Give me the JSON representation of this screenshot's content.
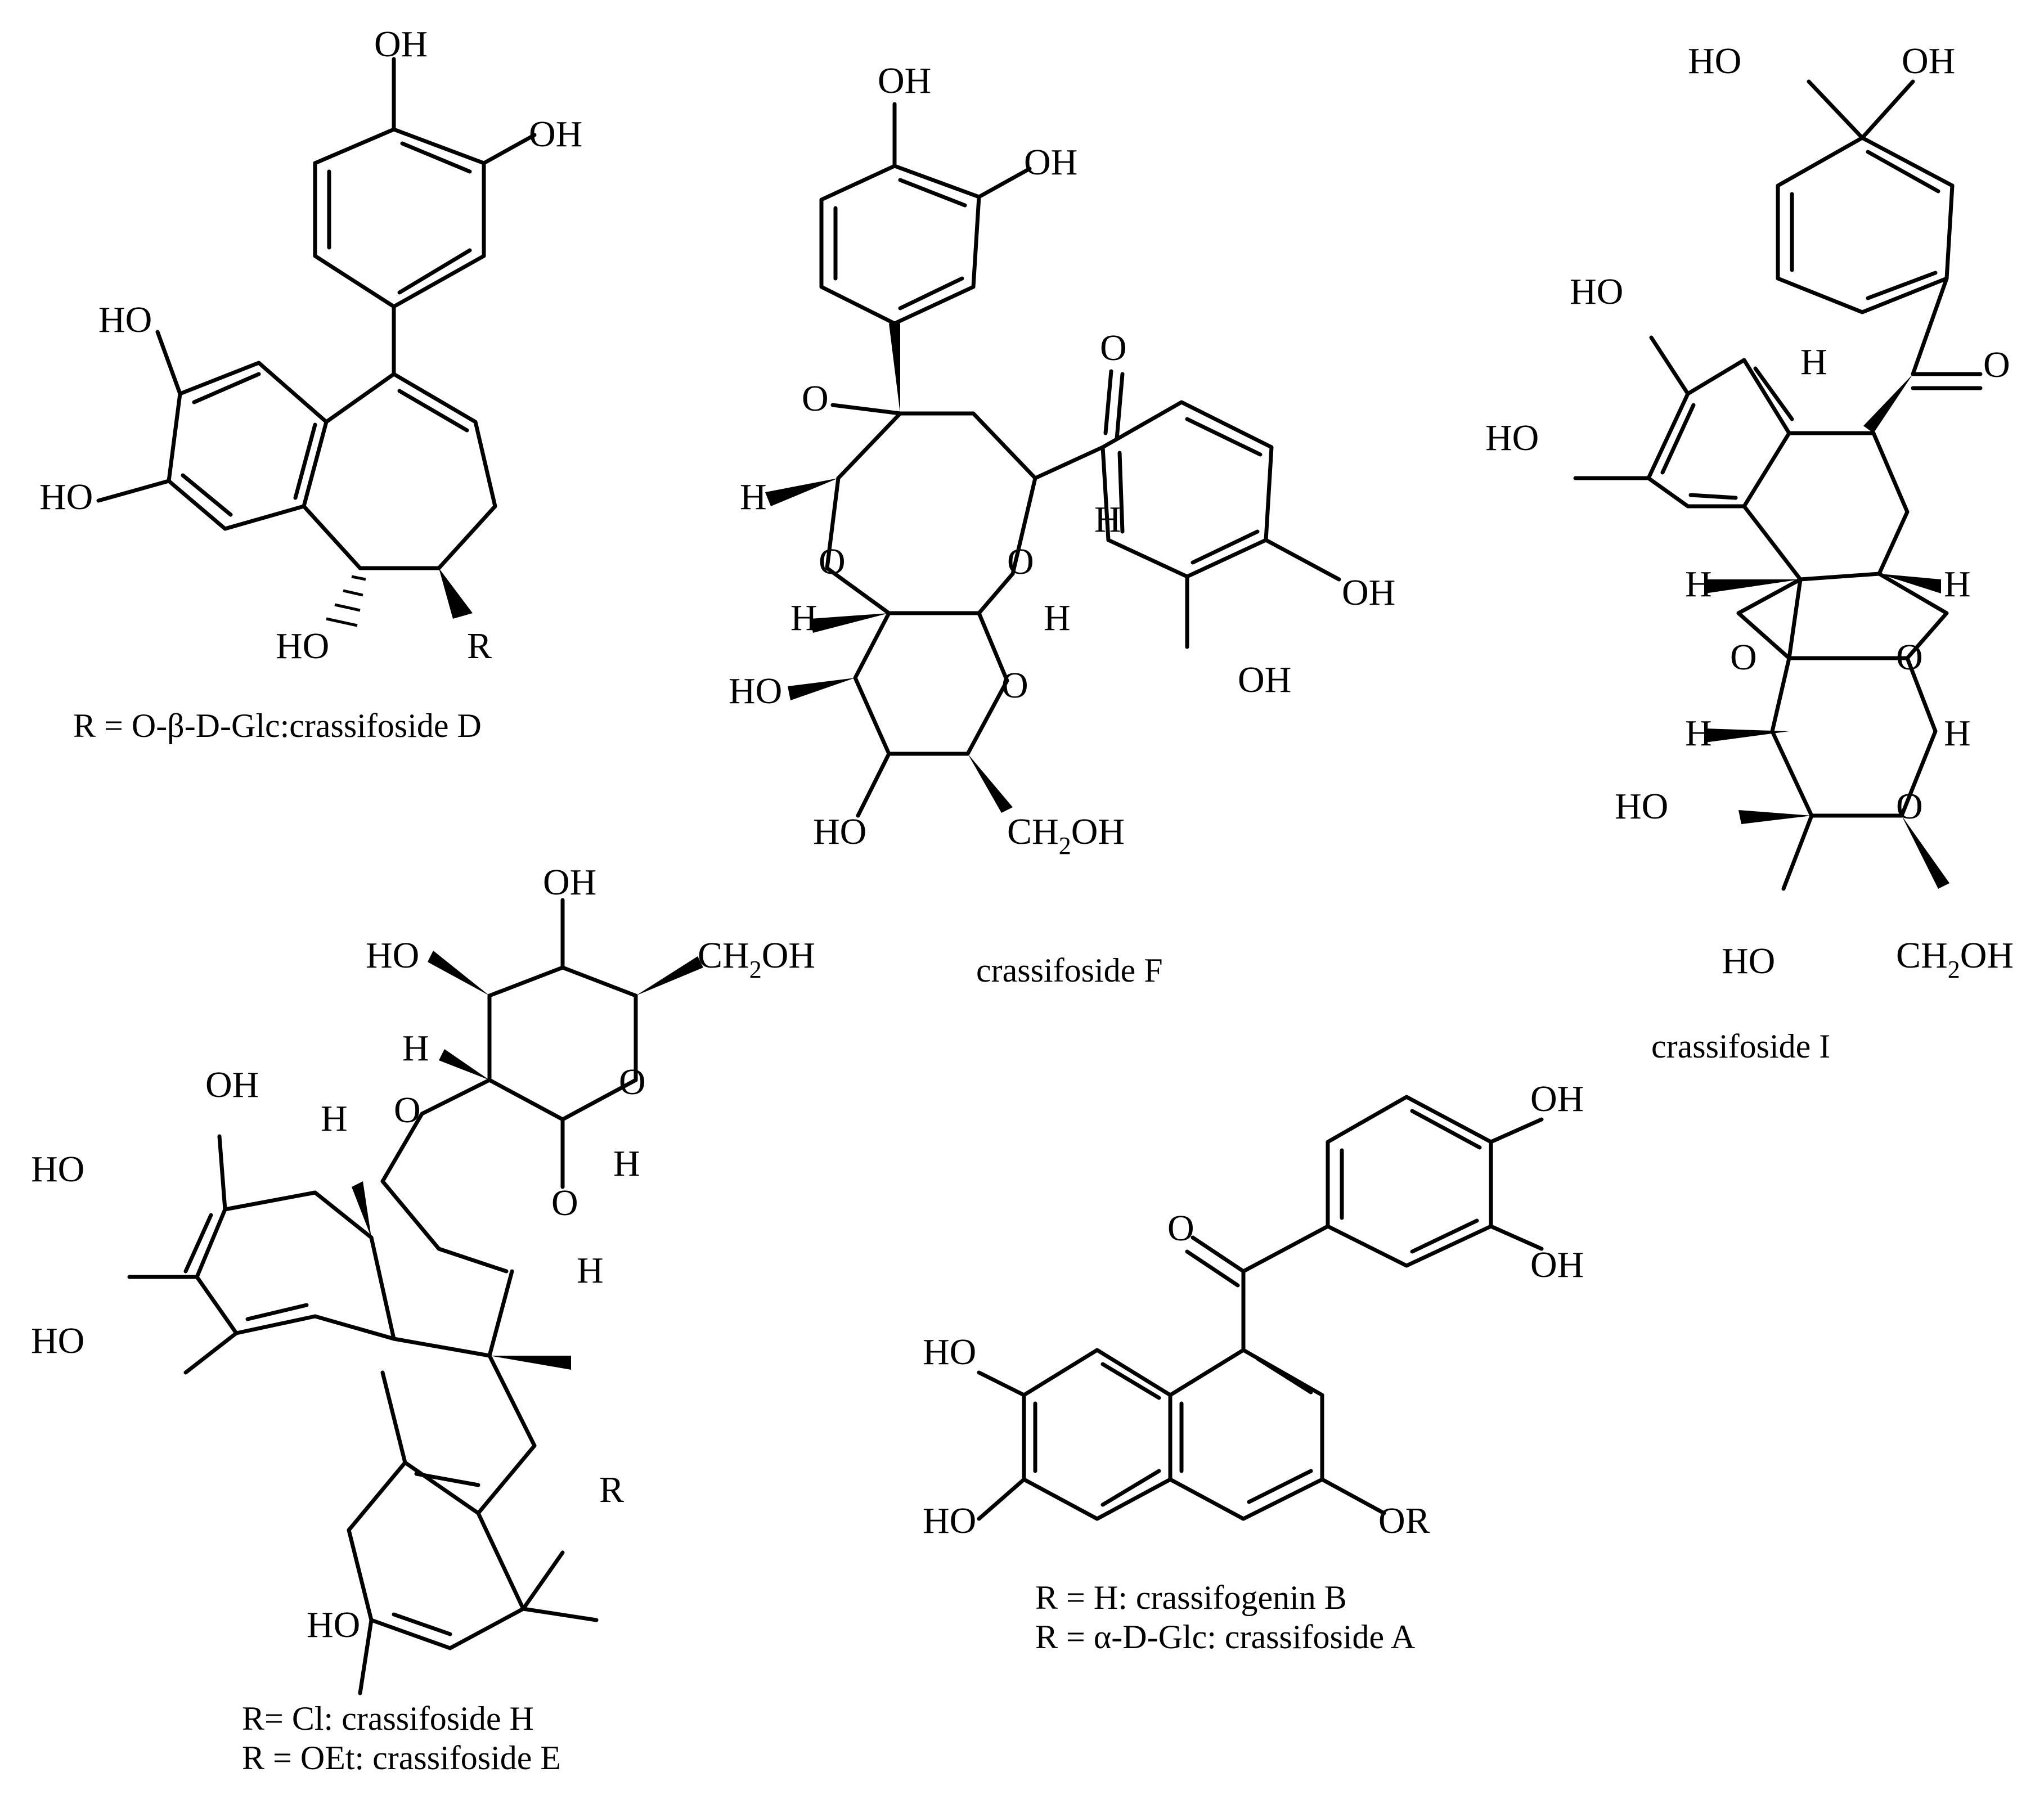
{
  "compounds": [
    {
      "id": "crassifoside-d",
      "caption_lines": [
        "R = O-β-D-Glc:crassifoside D"
      ],
      "atom_labels": {
        "oh_top": "OH",
        "oh_meta": "OH",
        "ho_upper": "HO",
        "ho_lower": "HO",
        "ho_bottom": "HO",
        "r": "R"
      }
    },
    {
      "id": "crassifoside-f",
      "caption_lines": [
        "crassifoside F"
      ],
      "atom_labels": {
        "oh_top": "OH",
        "oh_meta": "OH",
        "o_keto": "O",
        "o_epox": "O",
        "h_left": "H",
        "h_right": "H",
        "o_ring_left": "O",
        "o_ring_right": "O",
        "h_fuse_left": "H",
        "h_fuse_right": "H",
        "o_pyran": "O",
        "ho_left": "HO",
        "ho_bottom": "HO",
        "ch2oh": "CH",
        "ch2oh_sub": "2",
        "ch2oh_tail": "OH",
        "oh_ring_right": "OH",
        "oh_ring_bottom": "OH"
      }
    },
    {
      "id": "crassifoside-i",
      "caption_lines": [
        "crassifoside I"
      ],
      "atom_labels": {
        "ho_top": "HO",
        "oh_top": "OH",
        "ho_upper": "HO",
        "ho_lower": "HO",
        "h_upper": "H",
        "o_keto": "O",
        "h_l1": "H",
        "h_r1": "H",
        "o_l": "O",
        "o_r": "O",
        "h_l2": "H",
        "h_r2": "H",
        "ho_mid": "HO",
        "o_pyran": "O",
        "ho_bottom": "HO",
        "ch2oh": "CH",
        "ch2oh_sub": "2",
        "ch2oh_tail": "OH"
      }
    },
    {
      "id": "crassifoside-h-e",
      "caption_lines": [
        "R= Cl: crassifoside H",
        "R = OEt: crassifoside E"
      ],
      "atom_labels": {
        "oh_top": "OH",
        "ho_sugar": "HO",
        "ch2oh": "CH",
        "ch2oh_sub": "2",
        "ch2oh_tail": "OH",
        "h_sugar": "H",
        "o_pyran": "O",
        "oh_ar": "OH",
        "h_ar": "H",
        "o_a": "O",
        "h_anomer": "H",
        "o_b": "O",
        "h_b": "H",
        "ho_a": "HO",
        "ho_b": "HO",
        "ho_c": "HO",
        "r": "R"
      }
    },
    {
      "id": "crassifogenin-b",
      "caption_lines": [
        "R = H: crassifogenin B",
        "R = α-D-Glc: crassifoside A"
      ],
      "atom_labels": {
        "oh_top": "OH",
        "oh_mid": "OH",
        "o_keto": "O",
        "ho_a": "HO",
        "ho_b": "HO",
        "or": "OR"
      }
    }
  ]
}
